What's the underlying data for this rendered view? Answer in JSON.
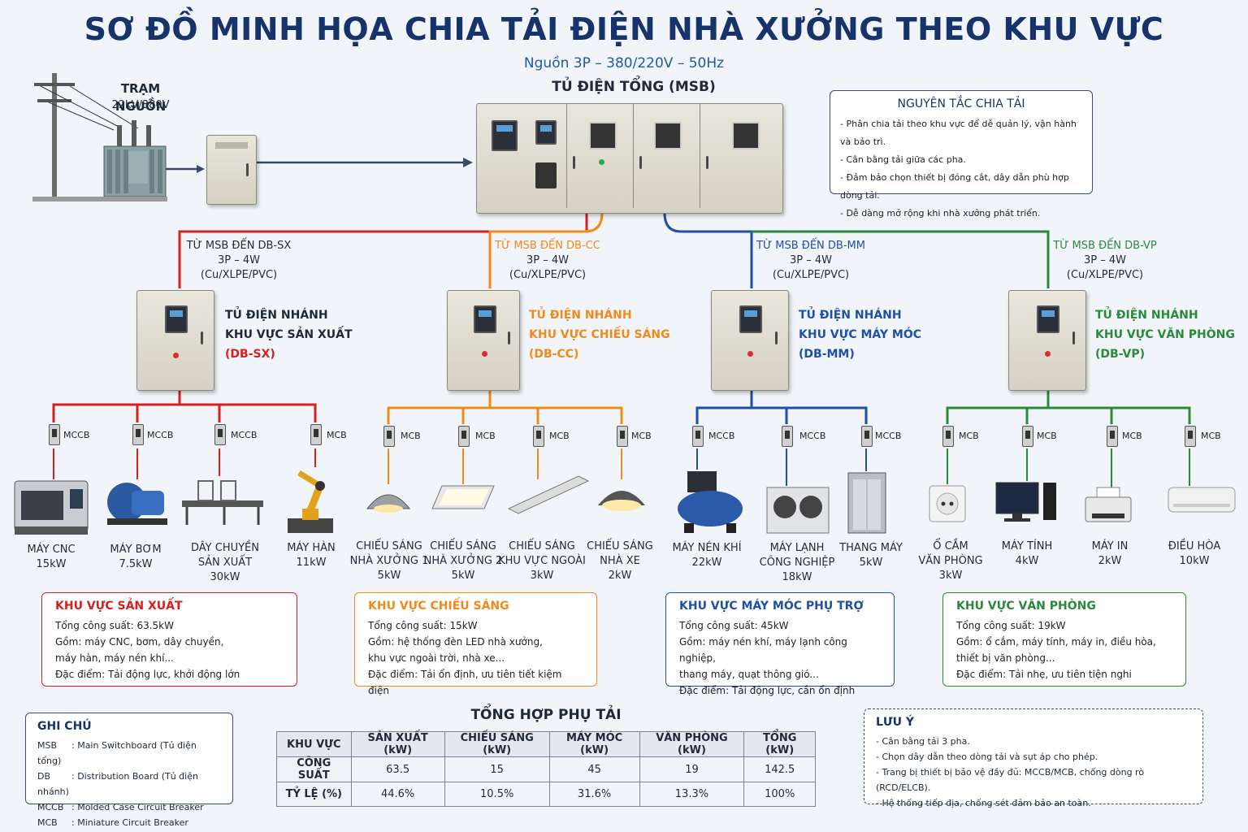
{
  "title": "SƠ ĐỒ MINH HỌA CHIA TẢI ĐIỆN NHÀ XƯỞNG THEO KHU VỰC",
  "subtitle": "Nguồn 3P – 380/220V – 50Hz",
  "source": {
    "name": "TRẠM NGUỒN",
    "voltage": "22kV/380V"
  },
  "msb": {
    "label": "TỦ ĐIỆN TỔNG (MSB)"
  },
  "principles": {
    "title": "NGUYÊN TẮC CHIA TẢI",
    "items": [
      "- Phân chia tải theo khu vực để dễ quản lý, vận hành và bảo trì.",
      "- Cân bằng tải giữa các pha.",
      "- Đảm bảo chọn thiết bị đóng cắt, dây dẫn phù hợp dòng tải.",
      "- Dễ dàng mở rộng khi nhà xưởng phát triển."
    ]
  },
  "feeders": [
    {
      "route": "TỪ MSB ĐẾN DB-SX",
      "spec": "3P – 4W",
      "cable": "(Cu/XLPE/PVC)",
      "color": "#d62020"
    },
    {
      "route": "TỪ MSB ĐẾN DB-CC",
      "spec": "3P – 4W",
      "cable": "(Cu/XLPE/PVC)",
      "color": "#f28a1a"
    },
    {
      "route": "TỪ MSB ĐẾN DB-MM",
      "spec": "3P – 4W",
      "cable": "(Cu/XLPE/PVC)",
      "color": "#1f4fa8"
    },
    {
      "route": "TỪ MSB ĐẾN DB-VP",
      "spec": "3P – 4W",
      "cable": "(Cu/XLPE/PVC)",
      "color": "#2a8a3a"
    }
  ],
  "boards": [
    {
      "line1": "TỦ ĐIỆN NHÁNH",
      "line2": "KHU VỰC SẢN XUẤT",
      "code": "(DB-SX)"
    },
    {
      "line1": "TỦ ĐIỆN NHÁNH",
      "line2": "KHU VỰC CHIẾU SÁNG",
      "code": "(DB-CC)"
    },
    {
      "line1": "TỦ ĐIỆN NHÁNH",
      "line2": "KHU VỰC MÁY MÓC",
      "code": "(DB-MM)"
    },
    {
      "line1": "TỦ ĐIỆN NHÁNH",
      "line2": "KHU VỰC VĂN PHÒNG",
      "code": "(DB-VP)"
    }
  ],
  "loads": [
    {
      "breaker": "MCCB",
      "l1": "MÁY CNC",
      "l2": "15kW",
      "l3": "",
      "icon": "cnc-machine-icon"
    },
    {
      "breaker": "MCCB",
      "l1": "MÁY BƠM",
      "l2": "7.5kW",
      "l3": "",
      "icon": "pump-icon"
    },
    {
      "breaker": "MCCB",
      "l1": "DÂY CHUYỀN",
      "l2": "SẢN XUẤT",
      "l3": "30kW",
      "icon": "conveyor-icon"
    },
    {
      "breaker": "MCB",
      "l1": "MÁY HÀN",
      "l2": "11kW",
      "l3": "",
      "icon": "welding-robot-icon"
    },
    {
      "breaker": "MCB",
      "l1": "CHIẾU SÁNG",
      "l2": "NHÀ XƯỞNG 1",
      "l3": "5kW",
      "icon": "high-bay-lamp-icon"
    },
    {
      "breaker": "MCB",
      "l1": "CHIẾU SÁNG",
      "l2": "NHÀ XƯỞNG 2",
      "l3": "5kW",
      "icon": "led-panel-icon"
    },
    {
      "breaker": "MCB",
      "l1": "CHIẾU SÁNG",
      "l2": "KHU VỰC NGOÀI",
      "l3": "3kW",
      "icon": "linear-light-icon"
    },
    {
      "breaker": "MCB",
      "l1": "CHIẾU SÁNG",
      "l2": "NHÀ XE",
      "l3": "2kW",
      "icon": "pendant-lamp-icon"
    },
    {
      "breaker": "MCCB",
      "l1": "MÁY NÉN KHÍ",
      "l2": "22kW",
      "l3": "",
      "icon": "air-compressor-icon"
    },
    {
      "breaker": "MCCB",
      "l1": "MÁY LẠNH",
      "l2": "CÔNG NGHIỆP",
      "l3": "18kW",
      "icon": "industrial-ac-icon"
    },
    {
      "breaker": "MCCB",
      "l1": "THANG MÁY",
      "l2": "5kW",
      "l3": "",
      "icon": "elevator-icon"
    },
    {
      "breaker": "MCB",
      "l1": "Ổ CẮM",
      "l2": "VĂN PHÒNG",
      "l3": "3kW",
      "icon": "socket-icon"
    },
    {
      "breaker": "MCB",
      "l1": "MÁY TÍNH",
      "l2": "4kW",
      "l3": "",
      "icon": "computer-icon"
    },
    {
      "breaker": "MCB",
      "l1": "MÁY IN",
      "l2": "2kW",
      "l3": "",
      "icon": "printer-icon"
    },
    {
      "breaker": "MCB",
      "l1": "ĐIỀU HÒA",
      "l2": "10kW",
      "l3": "",
      "icon": "air-conditioner-icon"
    }
  ],
  "zones": [
    {
      "title": "KHU VỰC SẢN XUẤT",
      "total": "Tổng công suất: 63.5kW",
      "g1": "Gồm: máy CNC, bơm, dây chuyền,",
      "g2": "máy hàn, máy nén khí...",
      "feature": "Đặc điểm: Tải động lực, khởi động lớn",
      "color": "#d62020"
    },
    {
      "title": "KHU VỰC CHIẾU SÁNG",
      "total": "Tổng công suất: 15kW",
      "g1": "Gồm: hệ thống đèn LED nhà xưởng,",
      "g2": "khu vực ngoài trời, nhà xe...",
      "feature": "Đặc điểm: Tải ổn định, ưu tiên tiết kiệm điện",
      "color": "#f28a1a"
    },
    {
      "title": "KHU VỰC MÁY MÓC PHỤ TRỢ",
      "total": "Tổng công suất: 45kW",
      "g1": "Gồm: máy nén khí, máy lạnh công nghiệp,",
      "g2": "thang máy, quạt thông gió...",
      "feature": "Đặc điểm: Tải động lực, cần ổn định",
      "color": "#1f4fa8"
    },
    {
      "title": "KHU VỰC VĂN PHÒNG",
      "total": "Tổng công suất: 19kW",
      "g1": "Gồm: ổ cắm, máy tính, máy in, điều hòa,",
      "g2": "thiết bị văn phòng...",
      "feature": "Đặc điểm: Tải nhẹ, ưu tiên tiện nghi",
      "color": "#2a8a3a"
    }
  ],
  "legend": {
    "title": "GHI CHÚ",
    "items": [
      {
        "abbr": "MSB",
        "desc": ": Main Switchboard (Tủ điện tổng)"
      },
      {
        "abbr": "DB",
        "desc": ": Distribution Board (Tủ điện nhánh)"
      },
      {
        "abbr": "MCCB",
        "desc": ": Molded Case Circuit Breaker"
      },
      {
        "abbr": "MCB",
        "desc": ": Miniature Circuit Breaker"
      }
    ]
  },
  "summary": {
    "title": "TỔNG HỢP PHỤ TẢI",
    "header": [
      "KHU VỰC",
      "SẢN XUẤT (kW)",
      "CHIẾU SÁNG (kW)",
      "MÁY MÓC (kW)",
      "VĂN PHÒNG (kW)",
      "TỔNG (kW)"
    ],
    "rows": [
      [
        "CÔNG SUẤT",
        "63.5",
        "15",
        "45",
        "19",
        "142.5"
      ],
      [
        "TỶ LỆ (%)",
        "44.6%",
        "10.5%",
        "31.6%",
        "13.3%",
        "100%"
      ]
    ]
  },
  "notes": {
    "title": "LƯU Ý",
    "items": [
      "- Cân bằng tải 3 pha.",
      "- Chọn dây dẫn theo dòng tải và sụt áp cho phép.",
      "- Trang bị thiết bị bảo vệ đầy đủ: MCCB/MCB, chống dòng rò (RCD/ELCB).",
      "- Hệ thống tiếp địa, chống sét đảm bảo an toàn."
    ]
  }
}
